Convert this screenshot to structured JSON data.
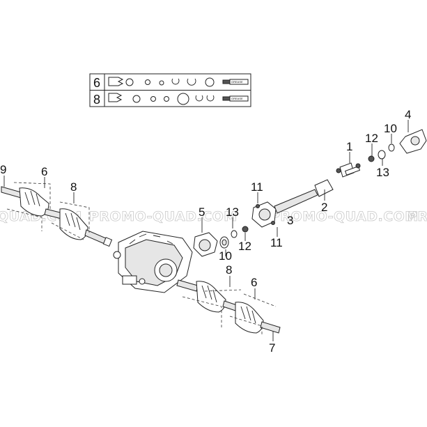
{
  "watermark": {
    "text_left": "QUAD.COM",
    "text_center": "PROMO-QUAD.COM",
    "text_right": "PROMO-QUAD.COM",
    "text_edge": "PRO"
  },
  "kit_table": {
    "rows": [
      {
        "number": "6",
        "grease_label": "GREASE"
      },
      {
        "number": "8",
        "grease_label": "GREASE"
      }
    ]
  },
  "callouts": {
    "n1": "1",
    "n2": "2",
    "n3": "3",
    "n4": "4",
    "n5": "5",
    "n6_left": "6",
    "n6_bottom": "6",
    "n7": "7",
    "n8_left": "8",
    "n8_bottom": "8",
    "n9": "9",
    "n10_top": "10",
    "n10_mid": "10",
    "n11_top": "11",
    "n11_bottom": "11",
    "n12_top": "12",
    "n12_mid": "12",
    "n13_top": "13",
    "n13_mid": "13"
  }
}
